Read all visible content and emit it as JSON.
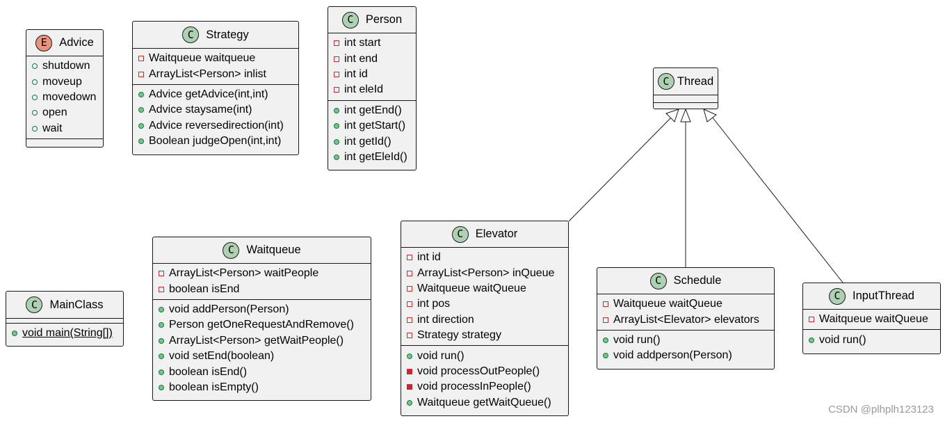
{
  "classes": {
    "advice": {
      "name": "Advice",
      "badge": "E",
      "members": [
        "shutdown",
        "moveup",
        "movedown",
        "open",
        "wait"
      ]
    },
    "strategy": {
      "name": "Strategy",
      "badge": "C",
      "fields": [
        "Waitqueue waitqueue",
        "ArrayList<Person> inlist"
      ],
      "methods": [
        "Advice getAdvice(int,int)",
        "Advice staysame(int)",
        "Advice reversedirection(int)",
        "Boolean judgeOpen(int,int)"
      ]
    },
    "person": {
      "name": "Person",
      "badge": "C",
      "fields": [
        "int start",
        "int end",
        "int id",
        "int eleId"
      ],
      "methods": [
        "int getEnd()",
        "int getStart()",
        "int getId()",
        "int getEleId()"
      ]
    },
    "thread": {
      "name": "Thread",
      "badge": "C"
    },
    "mainclass": {
      "name": "MainClass",
      "badge": "C",
      "methods": [
        "void main(String[])"
      ]
    },
    "waitqueue": {
      "name": "Waitqueue",
      "badge": "C",
      "fields": [
        "ArrayList<Person> waitPeople",
        "boolean isEnd"
      ],
      "methods": [
        "void addPerson(Person)",
        "Person getOneRequestAndRemove()",
        "ArrayList<Person> getWaitPeople()",
        "void setEnd(boolean)",
        "boolean isEnd()",
        "boolean isEmpty()"
      ]
    },
    "elevator": {
      "name": "Elevator",
      "badge": "C",
      "fields": [
        "int id",
        "ArrayList<Person> inQueue",
        "Waitqueue waitQueue",
        "int pos",
        "int direction",
        "Strategy strategy"
      ],
      "methods": [
        "void run()",
        "void processOutPeople()",
        "void processInPeople()",
        "Waitqueue getWaitQueue()"
      ]
    },
    "schedule": {
      "name": "Schedule",
      "badge": "C",
      "fields": [
        "Waitqueue waitQueue",
        "ArrayList<Elevator> elevators"
      ],
      "methods": [
        "void run()",
        "void addperson(Person)"
      ]
    },
    "inputthread": {
      "name": "InputThread",
      "badge": "C",
      "fields": [
        "Waitqueue waitQueue"
      ],
      "methods": [
        "void run()"
      ]
    }
  },
  "watermark": "CSDN @plhplh123123"
}
